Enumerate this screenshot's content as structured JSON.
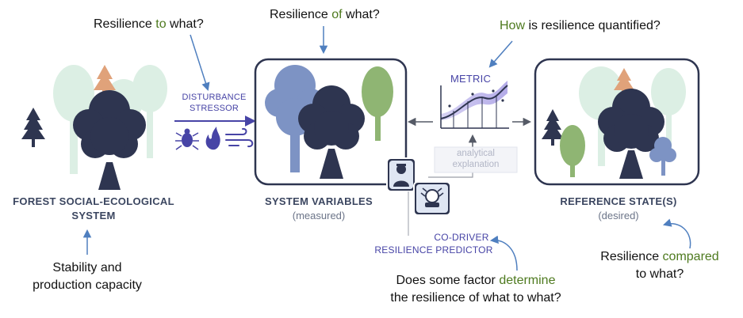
{
  "questions": {
    "to_what": {
      "prefix": "Resilience ",
      "highlight": "to",
      "suffix": " what?"
    },
    "of_what": {
      "prefix": "Resilience ",
      "highlight": "of",
      "suffix": " what?"
    },
    "how": {
      "highlight": "How",
      "suffix": " is resilience quantified?"
    },
    "compared": {
      "line1_prefix": "Resilience ",
      "line1_highlight": "compared",
      "line2": "to what?"
    },
    "determine": {
      "line1_prefix": "Does some factor ",
      "line1_highlight": "determine",
      "line2": "the resilience of what to what?"
    }
  },
  "labels": {
    "disturbance": "DISTURBANCE",
    "stressor": "STRESSOR",
    "metric": "METRIC",
    "analytical_line1": "analytical",
    "analytical_line2": "explanation",
    "forest_line1": "FOREST SOCIAL-ECOLOGICAL",
    "forest_line2": "SYSTEM",
    "stability_line1": "Stability and",
    "stability_line2": "production capacity",
    "system_variables": "SYSTEM VARIABLES",
    "measured": "(measured)",
    "co_driver": "CO-DRIVER",
    "resilience_predictor": "RESILIENCE PREDICTOR",
    "reference_state": "REFERENCE STATE(S)",
    "desired": "(desired)"
  },
  "colors": {
    "dark_tree": "#2e3550",
    "periwinkle_tree": "#7d93c4",
    "green_tree": "#8fb573",
    "mint_tree": "#dcefe4",
    "orange_tree": "#e0a27a",
    "arrow_blue": "#4f7fbf",
    "highlight_green": "#4e7a1f",
    "label_purple": "#4744a6"
  },
  "icons": [
    "beetle-icon",
    "fire-icon",
    "wind-icon",
    "person-icon",
    "crystal-ball-icon",
    "metric-chart-icon"
  ]
}
